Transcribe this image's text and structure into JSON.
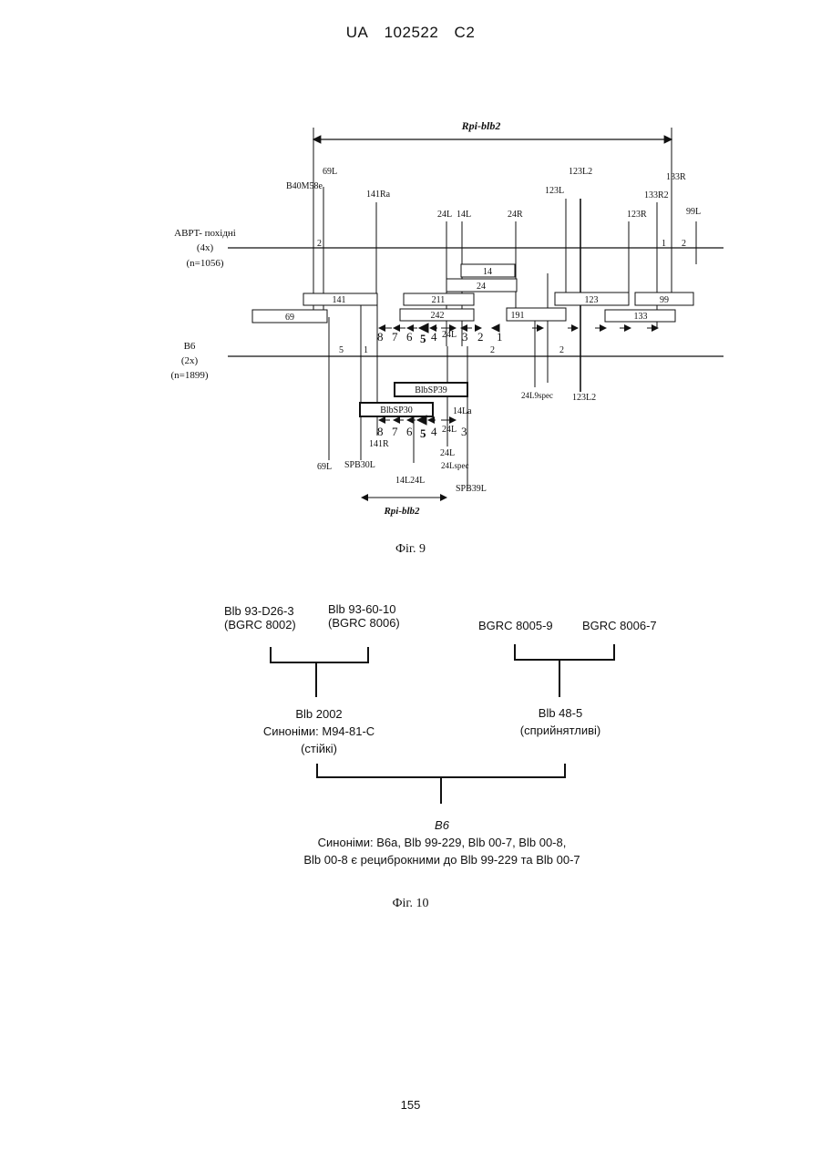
{
  "header": {
    "doc": "UA",
    "number": "102522",
    "kind": "C2"
  },
  "fig9": {
    "caption": "Фіг. 9",
    "gene_top": "Rpi-blb2",
    "gene_bottom": "Rpi-blb2",
    "abpt_label": "ABPT- похідні",
    "abpt_ploidy": "(4x)",
    "abpt_n": "(n=1056)",
    "b6_label": "B6",
    "b6_ploidy": "(2x)",
    "b6_n": "(n=1899)",
    "markers_top": [
      "69L",
      "B40M58e",
      "141Ra",
      "24L",
      "14L",
      "24R",
      "123L2",
      "123L",
      "133R",
      "133R2",
      "123R",
      "99L"
    ],
    "recomb_abpt": [
      "2",
      "1",
      "2"
    ],
    "recomb_b6": [
      "5",
      "1",
      "2",
      "2"
    ],
    "clones": [
      "14",
      "24",
      "141",
      "211",
      "123",
      "99",
      "69",
      "242",
      "191",
      "133"
    ],
    "orfs_top": [
      "8",
      "7",
      "6",
      "5",
      "4",
      "24L",
      "3",
      "2",
      "1"
    ],
    "subclones": [
      "BlbSP39",
      "BlbSP30"
    ],
    "orfs_bottom": [
      "8",
      "7",
      "6",
      "5",
      "4",
      "24L",
      "3"
    ],
    "markers_bottom": [
      "24L9spec",
      "123L2",
      "14La",
      "141R",
      "24L",
      "24Lspec",
      "69L",
      "SPB30L",
      "14L24L",
      "SPB39L"
    ]
  },
  "fig10": {
    "caption": "Фіг. 10",
    "p1_name": "Blb 93-D26-3",
    "p1_code": "(BGRC 8002)",
    "p2_name": "Blb 93-60-10",
    "p2_code": "(BGRC 8006)",
    "p3": "BGRC 8005-9",
    "p4": "BGRC 8006-7",
    "r_name": "Blb 2002",
    "r_syn": "Синоніми: M94-81-C",
    "r_type": "(стійкі)",
    "s_name": "Blb 48-5",
    "s_type": "(сприйнятливі)",
    "child": "B6",
    "syn1": "Синоніми: B6a, Blb 99-229, Blb 00-7, Blb 00-8,",
    "syn2": "Blb 00-8 є рециброкними до Blb 99-229 та Blb 00-7"
  },
  "page_number": "155"
}
